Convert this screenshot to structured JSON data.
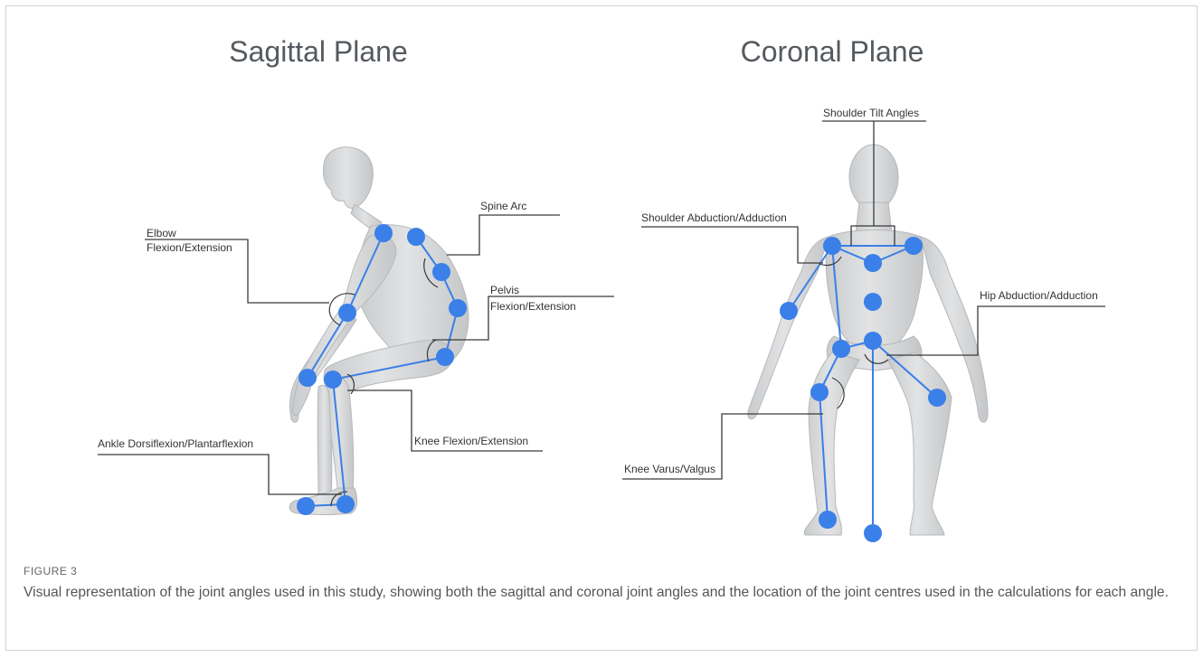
{
  "figure": {
    "sagittal": {
      "title": "Sagittal Plane",
      "labels": {
        "elbow_1": "Elbow",
        "elbow_2": "Flexion/Extension",
        "spine": "Spine Arc",
        "pelvis_1": "Pelvis",
        "pelvis_2": "Flexion/Extension",
        "knee": "Knee Flexion/Extension",
        "ankle": "Ankle Dorsiflexion/Plantarflexion"
      }
    },
    "coronal": {
      "title": "Coronal Plane",
      "labels": {
        "shoulder_tilt": "Shoulder Tilt Angles",
        "shoulder_abduction": "Shoulder Abduction/Adduction",
        "hip_abduction": "Hip Abduction/Adduction",
        "knee_varus": "Knee Varus/Valgus"
      }
    },
    "colors": {
      "joint": "#3b7fe8",
      "body": "#d4d6d8",
      "leader": "#3a3a3a"
    }
  },
  "caption": {
    "label": "FIGURE 3",
    "text": "Visual representation of the joint angles used in this study, showing both the sagittal and coronal joint angles and the location of the joint centres used in the calculations for each angle."
  }
}
